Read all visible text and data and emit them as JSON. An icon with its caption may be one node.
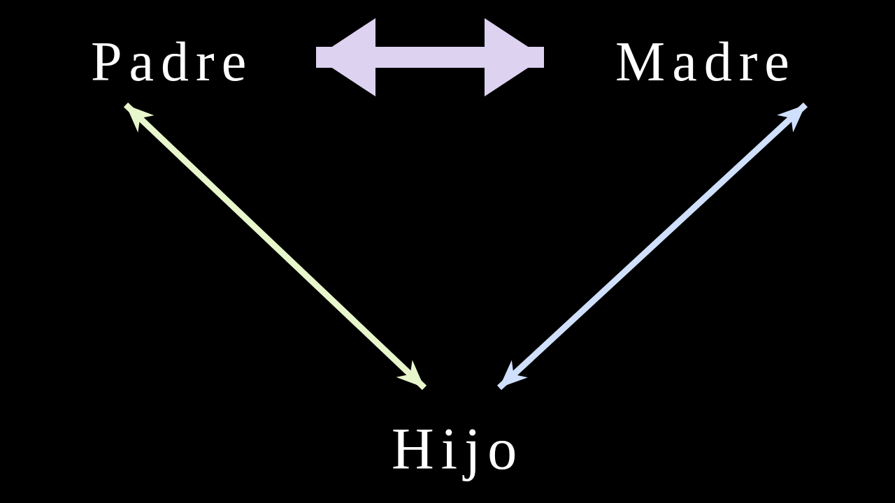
{
  "diagram": {
    "nodes": [
      {
        "text": [
          "Padre"
        ]
      },
      {
        "text": [
          "Madre"
        ]
      },
      {
        "text": [
          "Hijo"
        ]
      }
    ],
    "edges": [
      {
        "from": 0,
        "to": 1,
        "arrow": "both",
        "style": "thick",
        "color": "#ddd3f0"
      },
      {
        "from": 0,
        "to": 2,
        "arrow": "both",
        "color": "#e8f6cc"
      },
      {
        "from": 1,
        "to": 2,
        "arrow": "both",
        "color": "#d0e0fc"
      }
    ]
  }
}
